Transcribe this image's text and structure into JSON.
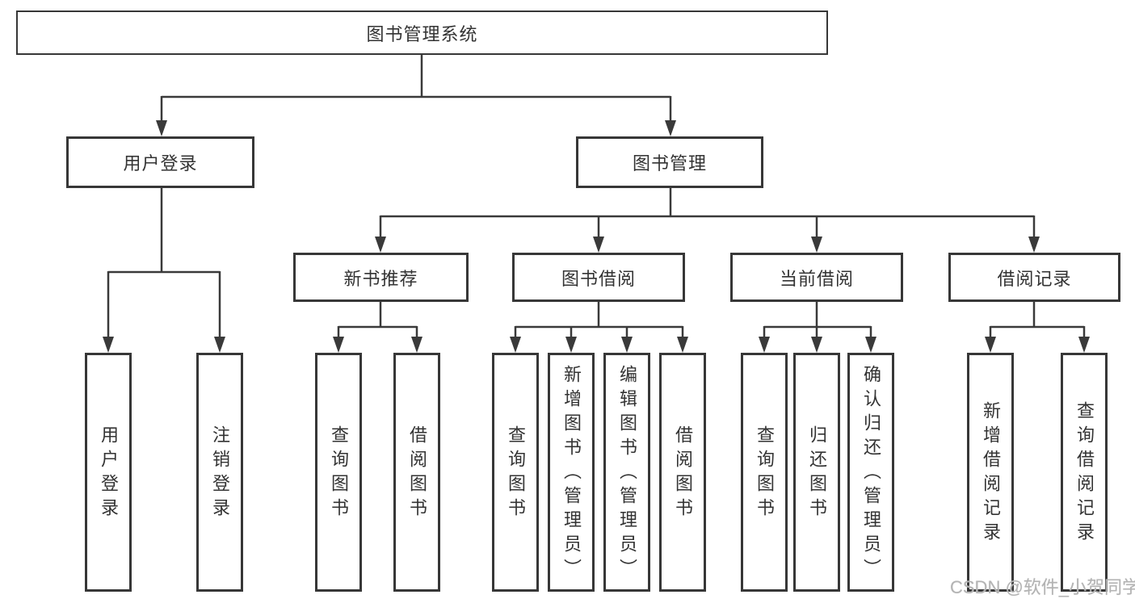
{
  "diagram": {
    "root": {
      "label": "图书管理系统"
    },
    "level2": [
      {
        "id": "user-login",
        "label": "用户登录"
      },
      {
        "id": "book-management",
        "label": "图书管理"
      }
    ],
    "level3": [
      {
        "id": "new-book-recommend",
        "label": "新书推荐"
      },
      {
        "id": "book-borrowing",
        "label": "图书借阅"
      },
      {
        "id": "current-borrowing",
        "label": "当前借阅"
      },
      {
        "id": "borrowing-records",
        "label": "借阅记录"
      }
    ],
    "leaves": [
      {
        "parent": "user-login",
        "label": "用户登录"
      },
      {
        "parent": "user-login",
        "label": "注销登录"
      },
      {
        "parent": "new-book-recommend",
        "label": "查询图书"
      },
      {
        "parent": "new-book-recommend",
        "label": "借阅图书"
      },
      {
        "parent": "book-borrowing",
        "label": "查询图书"
      },
      {
        "parent": "book-borrowing",
        "label": "新增图书（管理员）"
      },
      {
        "parent": "book-borrowing",
        "label": "编辑图书（管理员）"
      },
      {
        "parent": "book-borrowing",
        "label": "借阅图书"
      },
      {
        "parent": "current-borrowing",
        "label": "查询图书"
      },
      {
        "parent": "current-borrowing",
        "label": "归还图书"
      },
      {
        "parent": "current-borrowing",
        "label": "确认归还（管理员）"
      },
      {
        "parent": "borrowing-records",
        "label": "新增借阅记录"
      },
      {
        "parent": "borrowing-records",
        "label": "查询借阅记录"
      }
    ]
  },
  "watermark": {
    "text": "CSDN @软件_小贺同学"
  },
  "colors": {
    "line": "#3a3a3a",
    "border": "#373737",
    "text": "#333333",
    "background": "#ffffff",
    "watermark": "#b3b3b3"
  }
}
